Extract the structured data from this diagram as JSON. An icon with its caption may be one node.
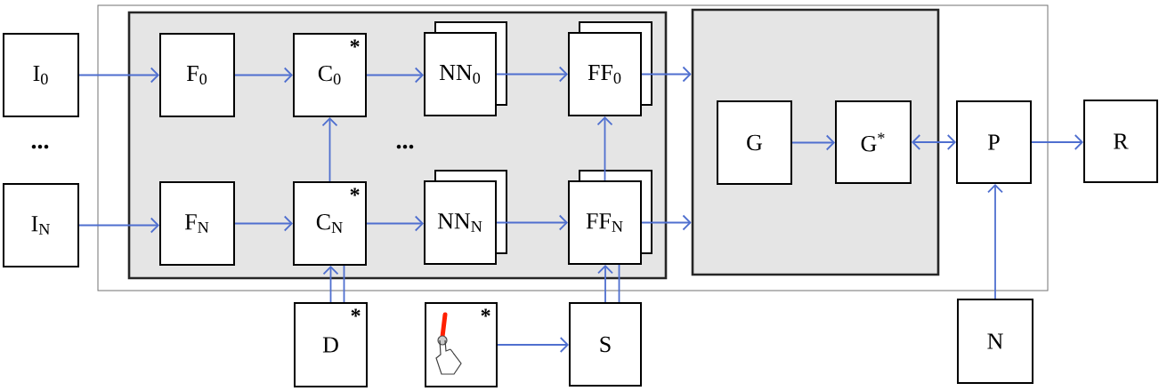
{
  "diagram": {
    "nodes": [
      {
        "text": [],
        "shape": "box"
      },
      {
        "text": [
          "I$_{0}$"
        ]
      },
      {
        "text": [
          "I$_{N}$"
        ]
      },
      {
        "text": [],
        "shape": "box",
        "in": 0
      },
      {
        "text": [
          "F$_{0}$"
        ],
        "in": 3
      },
      {
        "text": [
          "C$_{0}$",
          "*"
        ],
        "in": 3
      },
      {
        "text": [
          "NN$_{0}$"
        ],
        "in": 3
      },
      {
        "text": [
          "FF$_{0}$"
        ],
        "in": 3
      },
      {
        "text": [
          "F$_{N}$"
        ],
        "in": 3
      },
      {
        "text": [
          "C$_{N}$",
          "*"
        ],
        "in": 3
      },
      {
        "text": [
          "NN$_{N}$"
        ],
        "in": 3
      },
      {
        "text": [
          "FF$_{N}$"
        ],
        "in": 3
      },
      {
        "text": [],
        "shape": "box",
        "in": 0
      },
      {
        "text": [
          "G"
        ],
        "in": 12
      },
      {
        "text": [
          "G$^{*}$"
        ],
        "in": 12
      },
      {
        "text": [
          "P"
        ],
        "in": 0
      },
      {
        "text": [
          "R"
        ]
      },
      {
        "text": [
          "D",
          "*"
        ]
      },
      {
        "text": [
          "*"
        ]
      },
      {
        "text": [
          "S"
        ]
      },
      {
        "text": [
          "N"
        ]
      }
    ],
    "edges": [
      {
        "from": 1,
        "to": 4,
        "arrow": "to"
      },
      {
        "from": 2,
        "to": 8,
        "arrow": "to"
      },
      {
        "from": 4,
        "to": 5,
        "arrow": "to"
      },
      {
        "from": 8,
        "to": 9,
        "arrow": "to"
      },
      {
        "from": 9,
        "to": 5,
        "arrow": "to"
      },
      {
        "from": 5,
        "to": 6,
        "arrow": "to"
      },
      {
        "from": 9,
        "to": 10,
        "arrow": "to"
      },
      {
        "from": 6,
        "to": 7,
        "arrow": "to"
      },
      {
        "from": 10,
        "to": 11,
        "arrow": "to"
      },
      {
        "from": 11,
        "to": 7,
        "arrow": "to"
      },
      {
        "from": 7,
        "to": 12,
        "arrow": "to"
      },
      {
        "from": 11,
        "to": 12,
        "arrow": "to"
      },
      {
        "from": 13,
        "to": 14,
        "arrow": "to"
      },
      {
        "from": 14,
        "to": 15,
        "arrow": "both"
      },
      {
        "from": 15,
        "to": 16,
        "arrow": "to"
      },
      {
        "from": 20,
        "to": 15,
        "arrow": "to"
      },
      {
        "from": 17,
        "to": 9,
        "arrow": "to"
      },
      {
        "from": 9,
        "to": 17,
        "arrow": "none"
      },
      {
        "from": 18,
        "to": 19,
        "arrow": "to"
      },
      {
        "from": 19,
        "to": 11,
        "arrow": "to"
      },
      {
        "from": 11,
        "to": 19,
        "arrow": "none"
      }
    ],
    "labels": [
      "...",
      "..."
    ]
  }
}
